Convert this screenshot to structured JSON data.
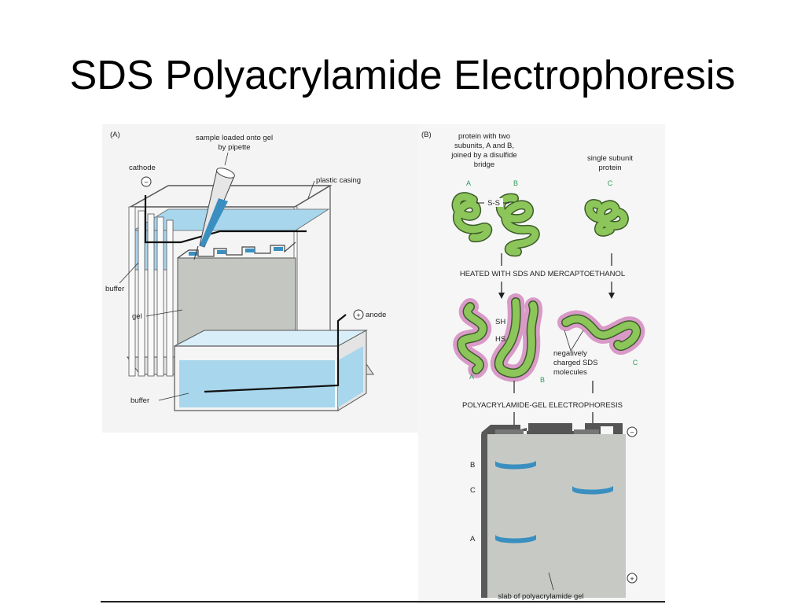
{
  "title": "SDS Polyacrylamide Electrophoresis",
  "panel_a": {
    "tag": "(A)",
    "sample_line1": "sample loaded onto gel",
    "sample_line2": "by pipette",
    "cathode": "cathode",
    "minus": "−",
    "plastic_casing": "plastic casing",
    "buffer_top": "buffer",
    "gel": "gel",
    "anode": "anode",
    "plus": "+",
    "buffer_bottom": "buffer"
  },
  "panel_b": {
    "tag": "(B)",
    "protein_two_line1": "protein with two",
    "protein_two_line2": "subunits, A and B,",
    "protein_two_line3": "joined by a disulfide",
    "protein_two_line4": "bridge",
    "single_line1": "single subunit",
    "single_line2": "protein",
    "sub_a": "A",
    "sub_b": "B",
    "sub_c": "C",
    "ss_bond": "S-S",
    "heated": "HEATED WITH SDS AND MERCAPTOETHANOL",
    "sh": "SH",
    "hs": "HS",
    "neg_line1": "negatively",
    "neg_line2": "charged SDS",
    "neg_line3": "molecules",
    "electro": "POLYACRYLAMIDE-GEL ELECTROPHORESIS",
    "band_b": "B",
    "band_c": "C",
    "band_a": "A",
    "minus": "−",
    "plus": "+",
    "slab": "slab of polyacrylamide gel"
  },
  "colors": {
    "buffer": "#a8d6ec",
    "gel": "#c3c6c1",
    "protein": "#8cc65a",
    "band": "#3a8fc0",
    "sds": "#d99ac8"
  }
}
